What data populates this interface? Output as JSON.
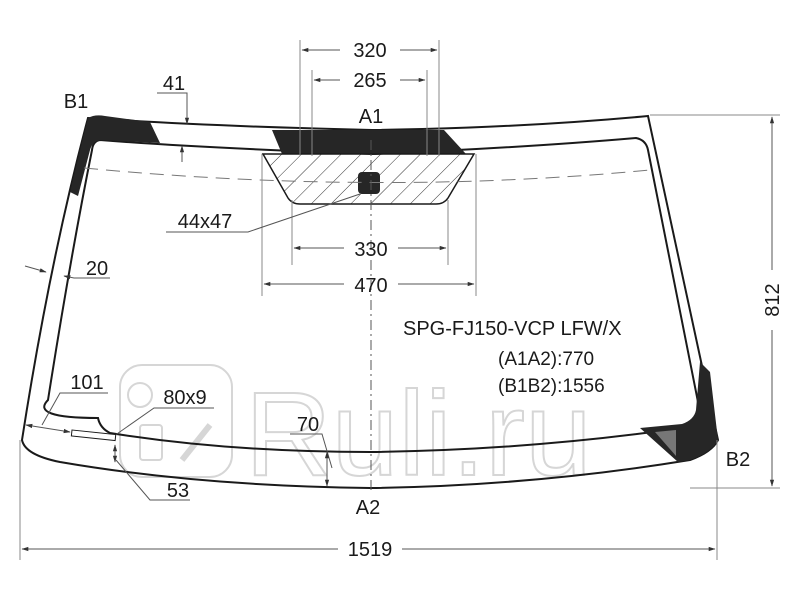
{
  "diagram": {
    "part_code": "SPG-FJ150-VCP LFW/X",
    "specs": [
      {
        "label": "(A1A2):770"
      },
      {
        "label": "(B1B2):1556"
      }
    ],
    "points": {
      "a1": "A1",
      "a2": "A2",
      "b1": "B1",
      "b2": "B2"
    },
    "dimensions": {
      "top_outer": "320",
      "top_inner": "265",
      "border_top": "41",
      "sensor_pad": "44x47",
      "hatch_inner": "330",
      "hatch_outer": "470",
      "border_side": "20",
      "height": "812",
      "corner_offset": "101",
      "vin_window": "80x9",
      "vin_offset": "53",
      "border_bottom": "70",
      "width": "1519"
    },
    "watermark": "Ruli.ru",
    "colors": {
      "line": "#1a1a1a",
      "black_band": "#262626",
      "dimension_line": "#555555",
      "watermark": "#d6d6d6"
    }
  }
}
